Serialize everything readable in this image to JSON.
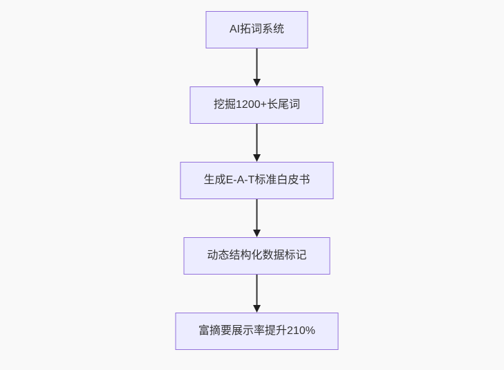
{
  "page": {
    "background_color": "#f9f9f9"
  },
  "flowchart": {
    "type": "flowchart",
    "direction": "top-down",
    "style": {
      "node_fill": "#ECECFF",
      "node_border": "#9370DB",
      "node_text_color": "#333333",
      "edge_color": "#333333"
    },
    "nodes": [
      {
        "label": "AI拓词系统"
      },
      {
        "label": "挖掘1200+长尾词"
      },
      {
        "label": "生成E-A-T标准白皮书"
      },
      {
        "label": "动态结构化数据标记"
      },
      {
        "label": "富摘要展示率提升210%"
      }
    ],
    "edges": [
      {
        "from": 0,
        "to": 1,
        "arrow": "down"
      },
      {
        "from": 1,
        "to": 2,
        "arrow": "down"
      },
      {
        "from": 2,
        "to": 3,
        "arrow": "down"
      },
      {
        "from": 3,
        "to": 4,
        "arrow": "down"
      }
    ]
  }
}
